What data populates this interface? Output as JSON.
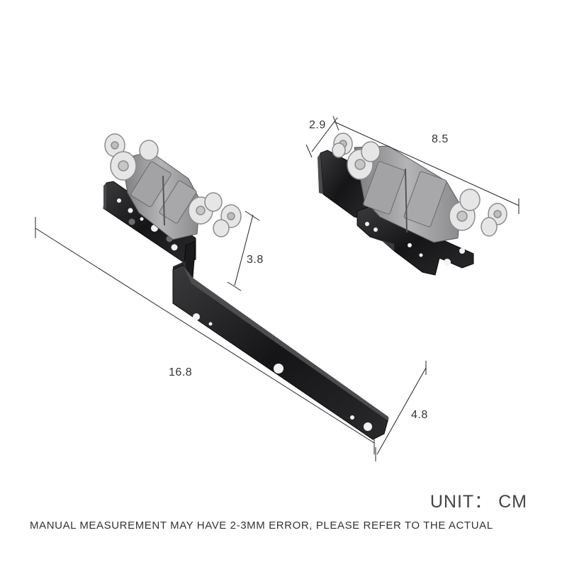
{
  "image": {
    "subject": "Two black metal sliding-door roller hanger brackets with grey plastic roller carriages",
    "colors": {
      "metal": "#1c1c1e",
      "plastic": "#9a9a9c",
      "wheel": "#e4e4e4",
      "background": "#ffffff"
    }
  },
  "dimensions": {
    "long_length": "16.8",
    "long_height": "3.8",
    "long_width": "4.8",
    "short_depth": "2.9",
    "short_length": "8.5"
  },
  "footer": {
    "unit": "UNIT： CM",
    "note": "MANUAL MEASUREMENT MAY HAVE 2-3MM ERROR, PLEASE REFER TO THE ACTUAL"
  }
}
